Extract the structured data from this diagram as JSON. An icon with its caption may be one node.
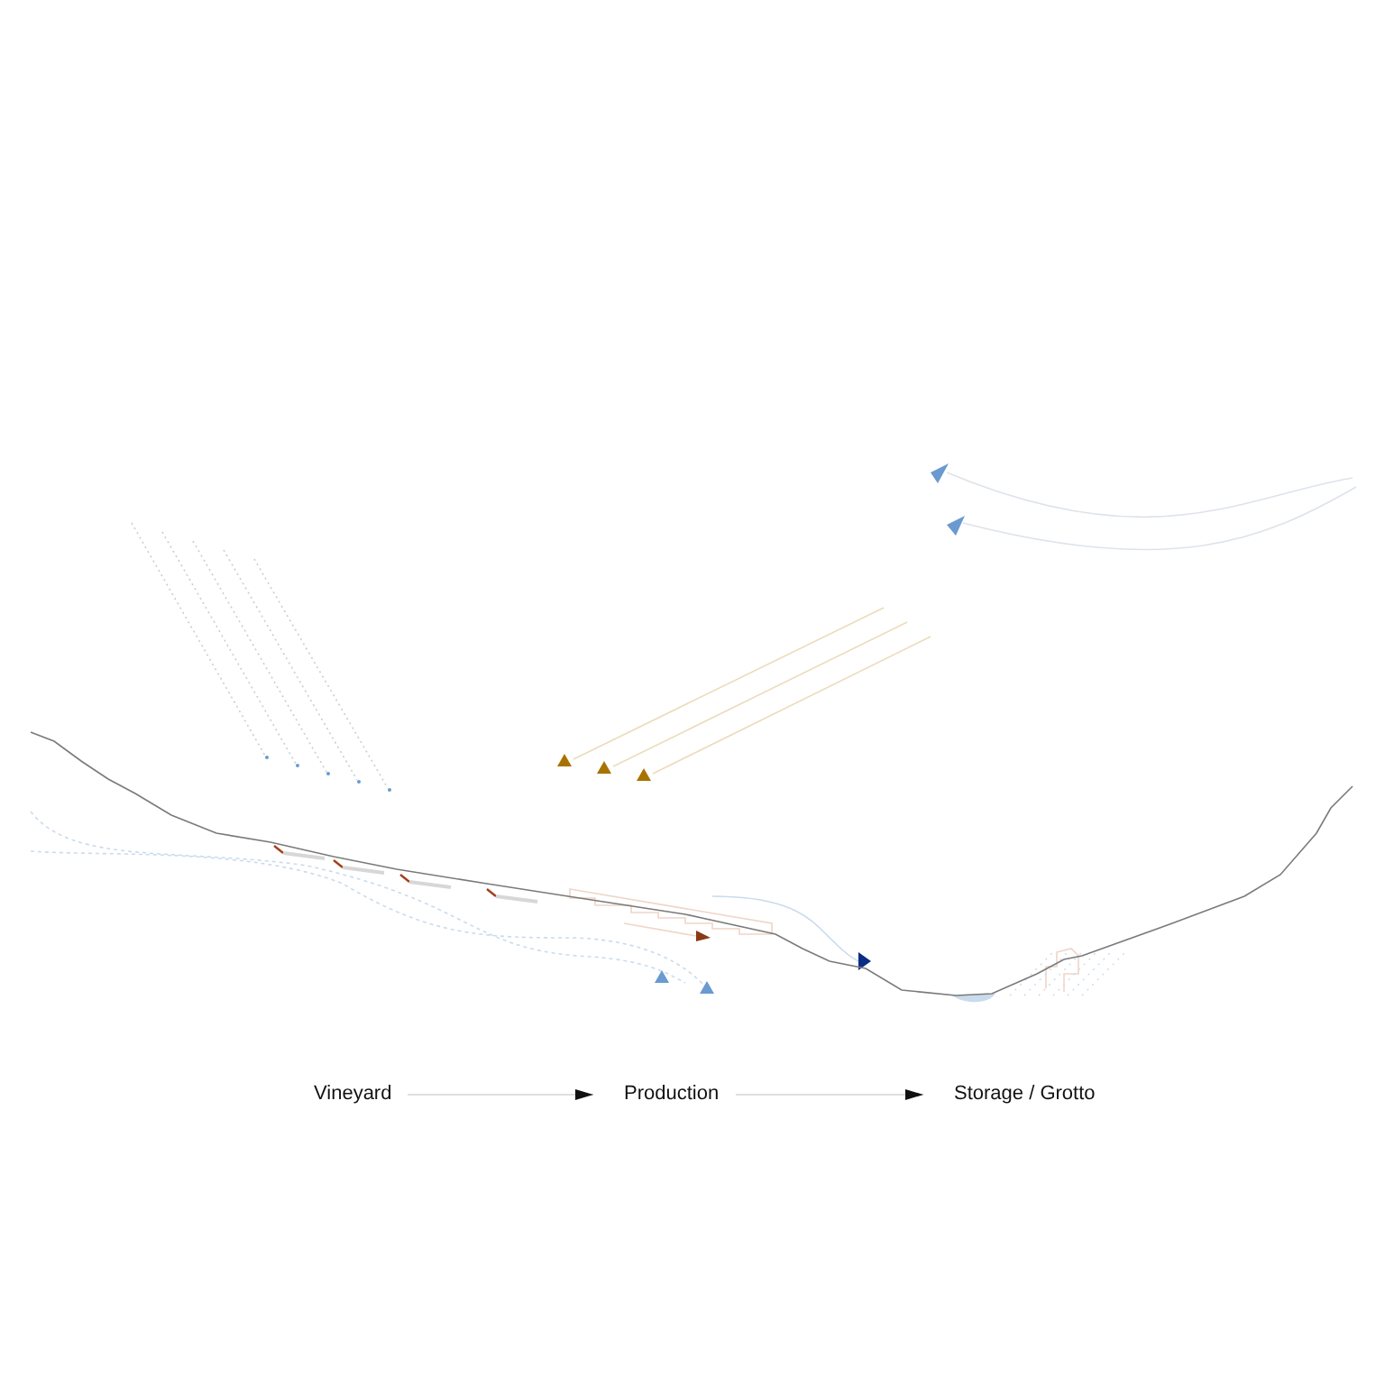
{
  "diagram": {
    "nodes": [
      {
        "text": [
          "Vineyard"
        ]
      },
      {
        "text": [
          "Production"
        ]
      },
      {
        "text": [
          "Storage / Grotto"
        ]
      }
    ],
    "edges": [
      {
        "from": 0,
        "to": 1,
        "arrow": "to"
      },
      {
        "from": 1,
        "to": 2,
        "arrow": "to"
      }
    ]
  }
}
